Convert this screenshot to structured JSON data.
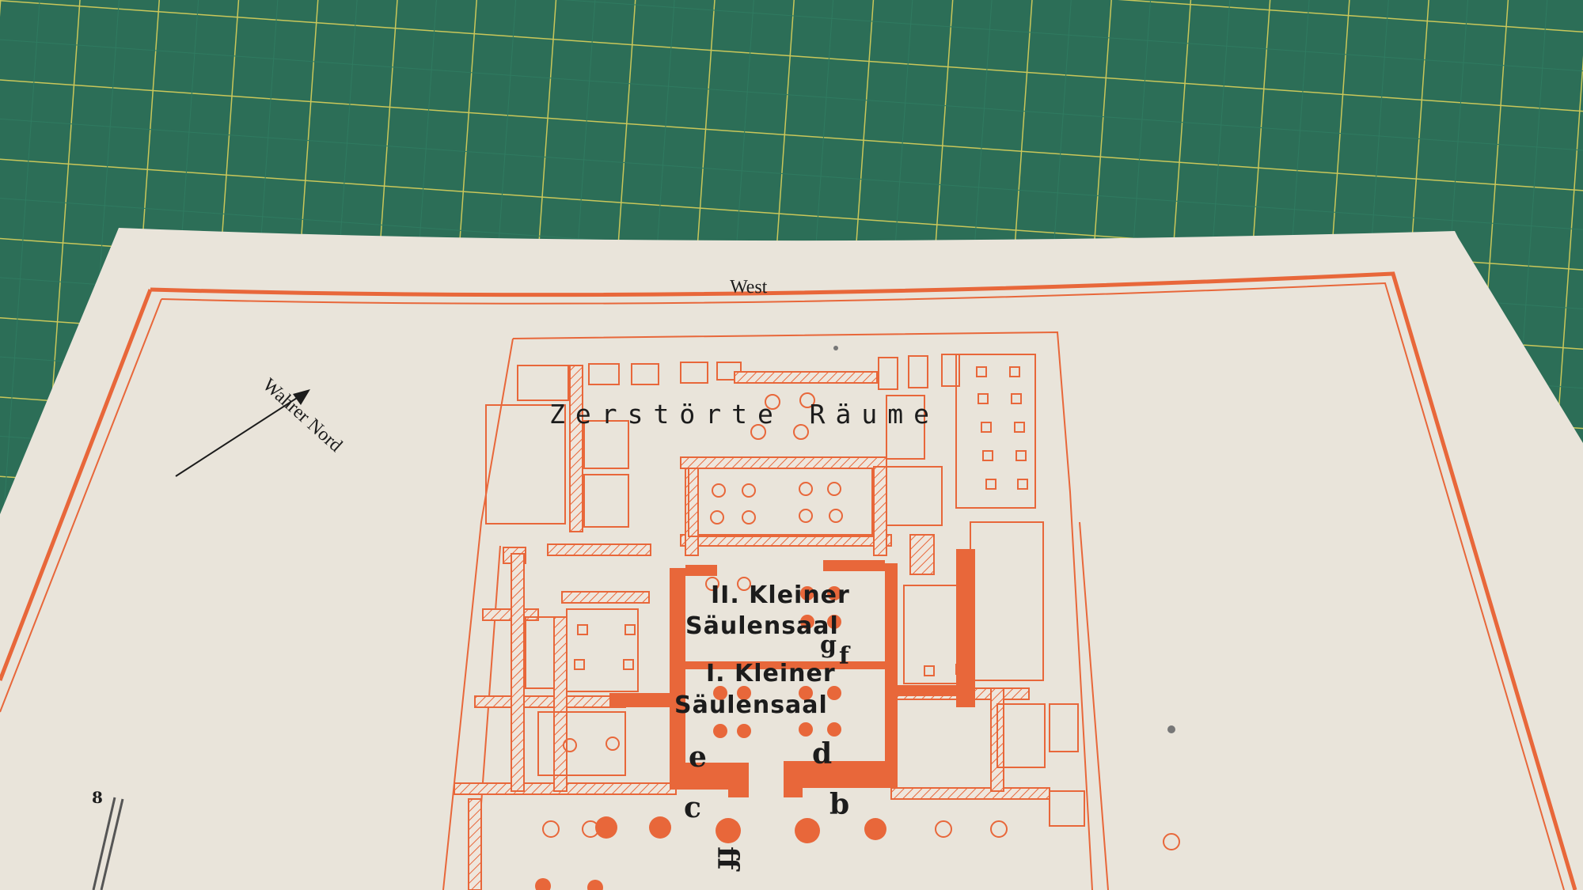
{
  "map": {
    "direction_label": "West",
    "north_label": "Wahrer Nord",
    "destroyed_rooms_label": "Zerstörte Räume",
    "hall_2_line1": "II. Kleiner",
    "hall_2_line2": "Säulensaal",
    "hall_1_line1": "I. Kleiner",
    "hall_1_line2": "Säulensaal",
    "letters": {
      "g": "g",
      "f": "f",
      "e": "e",
      "d": "d",
      "c": "c",
      "b": "b",
      "ff": "ff"
    },
    "scale_digit": "8"
  },
  "colors": {
    "mat": "#2c6e57",
    "mat_grid": "#c9c75a",
    "paper": "#e9e4da",
    "plan_orange": "#e8673a",
    "ink": "#1c1c1c"
  }
}
